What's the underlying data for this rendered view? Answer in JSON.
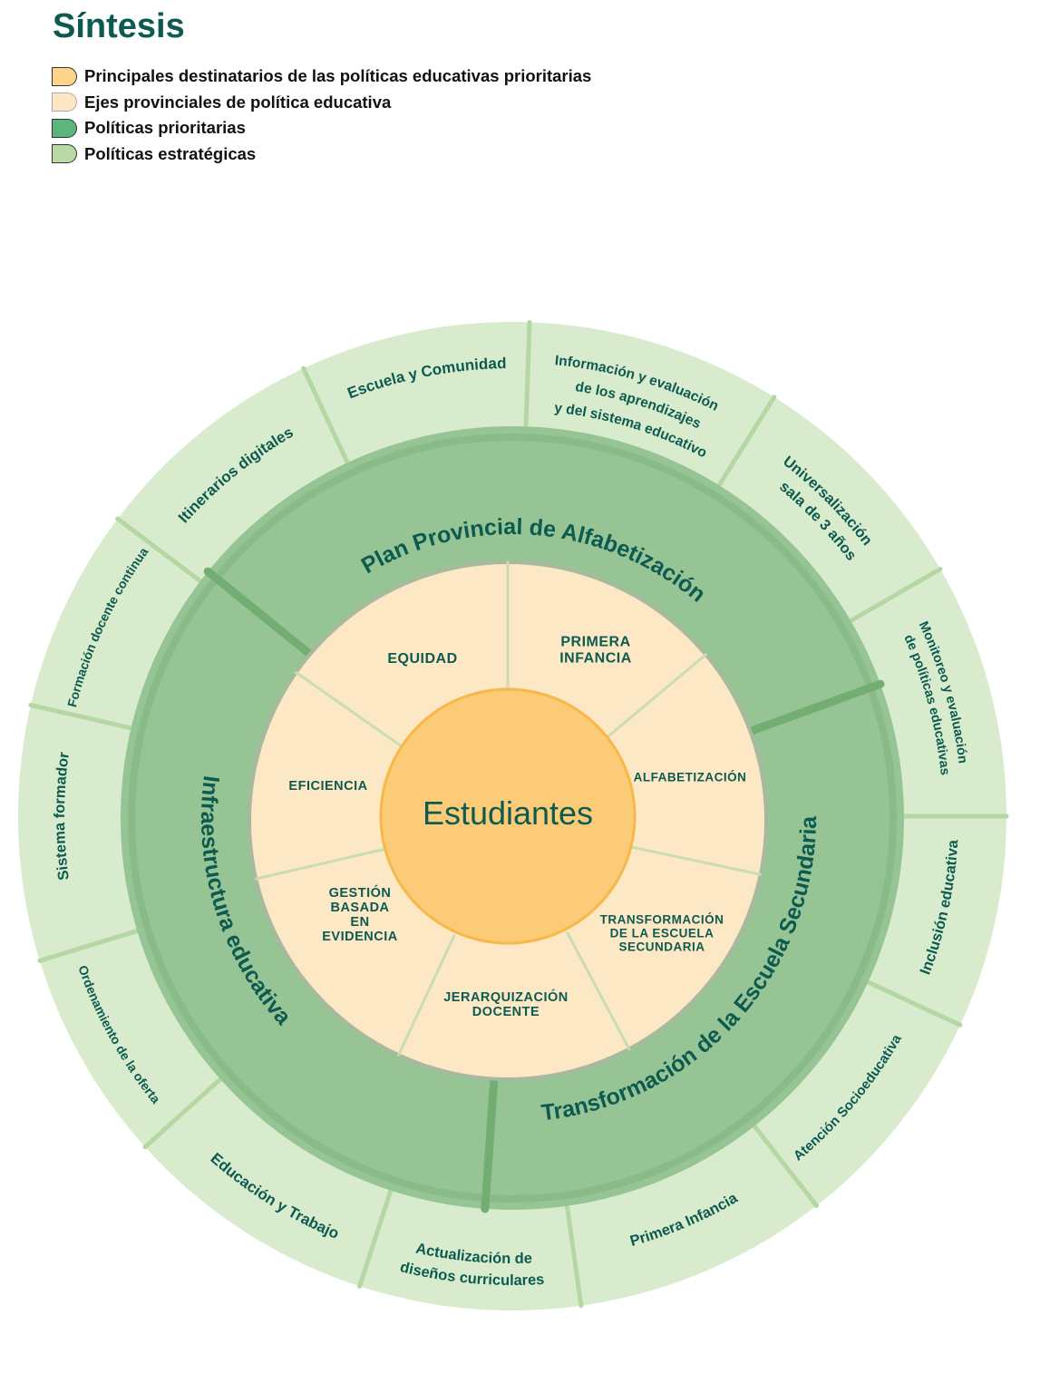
{
  "title": "Síntesis",
  "legend": [
    {
      "label": "Principales destinatarios de las políticas educativas prioritarias",
      "color": "#fdd48a"
    },
    {
      "label": "Ejes provinciales de política educativa",
      "color": "#fde6c4"
    },
    {
      "label": "Políticas prioritarias",
      "color": "#5cb57a"
    },
    {
      "label": "Políticas estratégicas",
      "color": "#b9d9a5"
    }
  ],
  "colors": {
    "outer": "#d8ebcd",
    "ring": "#96c494",
    "ring_edge": "#7fb57f",
    "cream": "#fde8c5",
    "center": "#fccb77",
    "center_edge": "#f6b847",
    "text": "#0d5a50"
  },
  "center": "Estudiantes",
  "ejes": {
    "equidad": "EQUIDAD",
    "primera_infancia": "PRIMERA\nINFANCIA",
    "alfabetizacion": "ALFABETIZACIÓN",
    "transformacion": "TRANSFORMACIÓN\nDE LA ESCUELA\nSECUNDARIA",
    "jerarquizacion": "JERARQUIZACIÓN\nDOCENTE",
    "gestion": "GESTIÓN\nBASADA\nEN\nEVIDENCIA",
    "eficiencia": "EFICIENCIA"
  },
  "prioritarias": {
    "plan": "Plan Provincial de Alfabetización",
    "infraestructura": "Infraestructura  educativa",
    "transformacion": "Transformación de la Escuela Secundaria"
  },
  "estrategicas": {
    "itinerarios": "Itinerarios digitales",
    "escuela_comunidad": "Escuela y Comunidad",
    "informacion_1": "Información y evaluación",
    "informacion_2": "de los aprendizajes",
    "informacion_3": "y del sistema educativo",
    "universalizacion_1": "Universalización",
    "universalizacion_2": "sala de 3 años",
    "monitoreo_1": "Monitoreo y evaluación",
    "monitoreo_2": "de políticas educativas",
    "inclusion": "Inclusión educativa",
    "atencion": "Atención Socioeducativa",
    "primera_infancia": "Primera Infancia",
    "actualizacion_1": "Actualización de",
    "actualizacion_2": "diseños curriculares",
    "educacion_trabajo": "Educación y Trabajo",
    "ordenamiento": "Ordenamiento de la oferta",
    "sistema_formador": "Sistema formador",
    "formacion_docente": "Formación docente  continua"
  }
}
